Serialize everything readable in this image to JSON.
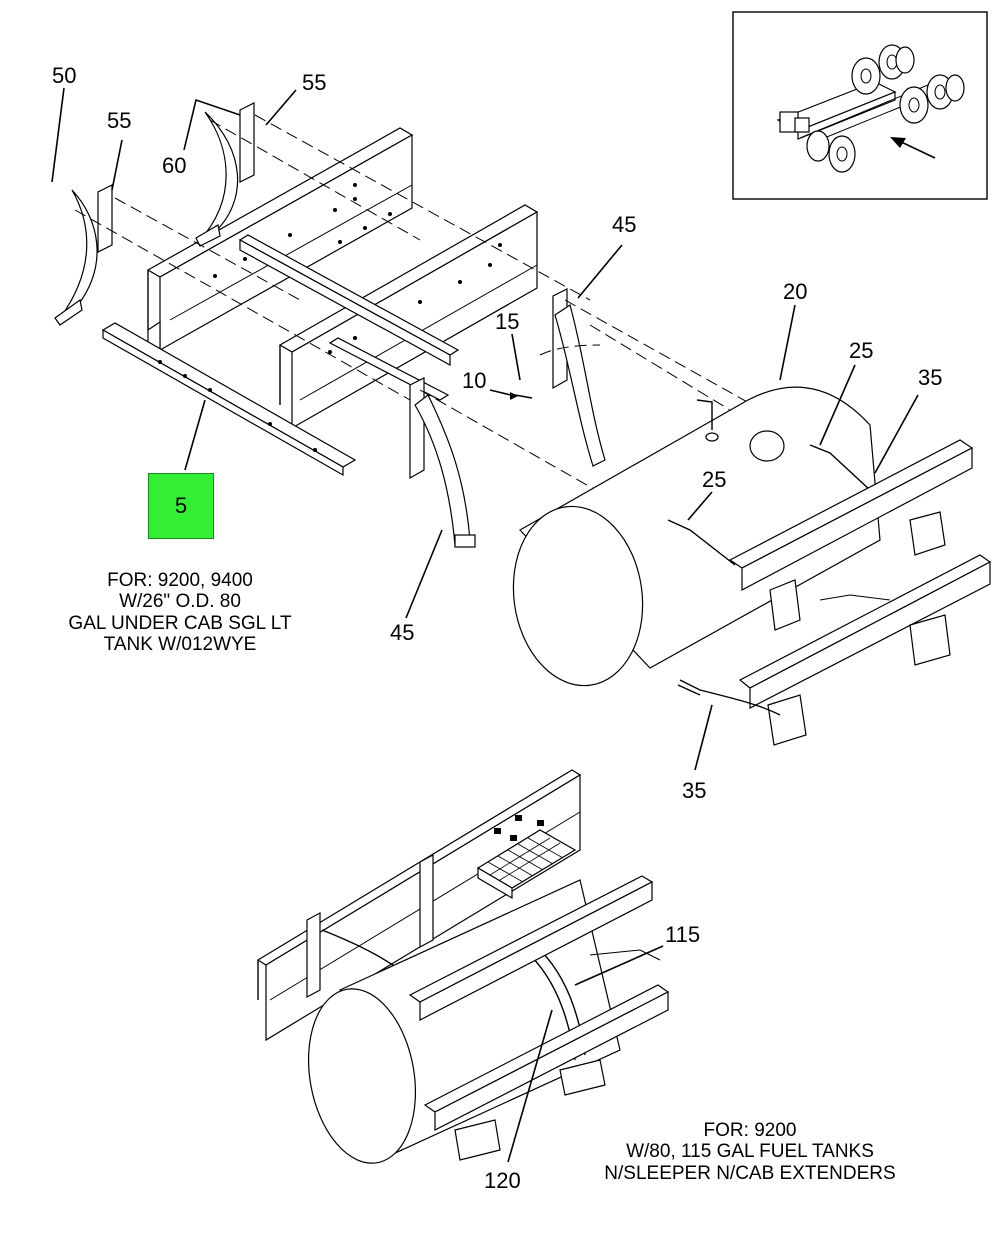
{
  "callouts": {
    "c50": "50",
    "c55a": "55",
    "c55b": "55",
    "c60": "60",
    "c45a": "45",
    "c45b": "45",
    "c15": "15",
    "c10": "10",
    "c20": "20",
    "c25a": "25",
    "c25b": "25",
    "c35a": "35",
    "c35b": "35",
    "c115": "115",
    "c120": "120"
  },
  "highlight": {
    "label": "5",
    "color": "#33ee33"
  },
  "notes": {
    "top": [
      "FOR: 9200, 9400",
      "W/26\" O.D. 80",
      "GAL UNDER CAB SGL LT",
      "TANK W/012WYE"
    ],
    "bottom": [
      "FOR: 9200",
      "W/80, 115 GAL FUEL TANKS",
      "N/SLEEPER N/CAB EXTENDERS"
    ]
  }
}
